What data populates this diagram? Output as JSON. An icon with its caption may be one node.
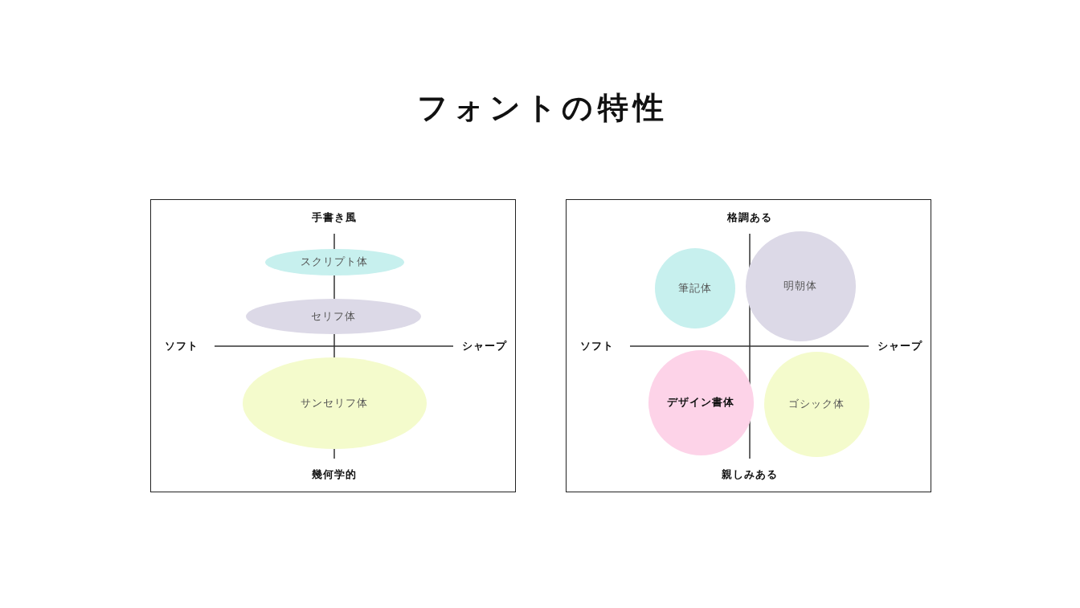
{
  "diagram": {
    "title": "フォントの特性",
    "nodes": [
      {
        "text": [
          "手書き風",
          "ソフト",
          "シャープ",
          "幾何学的"
        ]
      },
      {
        "text": [
          "スクリプト体"
        ],
        "in": 0
      },
      {
        "text": [
          "セリフ体"
        ],
        "in": 0
      },
      {
        "text": [
          "サンセリフ体"
        ],
        "in": 0
      },
      {
        "text": [
          "格調ある",
          "ソフト",
          "シャープ",
          "親しみある"
        ]
      },
      {
        "text": [
          "筆記体"
        ],
        "in": 4
      },
      {
        "text": [
          "明朝体"
        ],
        "in": 4
      },
      {
        "text": [
          "デザイン書体"
        ],
        "in": 4
      },
      {
        "text": [
          "ゴシック体"
        ],
        "in": 4
      }
    ]
  }
}
